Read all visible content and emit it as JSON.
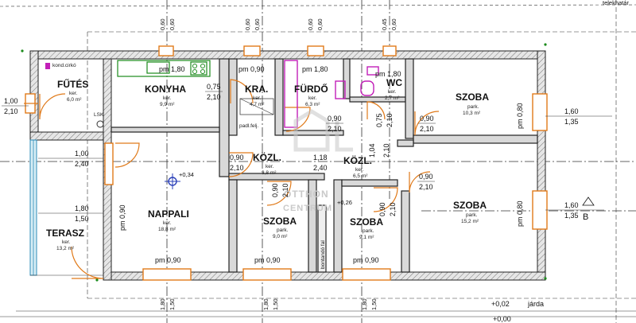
{
  "title_corner": "telekhatár",
  "rooms": {
    "futes": {
      "name": "FŰTÉS",
      "floor": "ker.",
      "area": "6,0 m²"
    },
    "konyha": {
      "name": "KONYHA",
      "floor": "ker.",
      "area": "9,9 m²"
    },
    "kra": {
      "name": "KRA.",
      "floor": "ker.",
      "area": "4,7 m²"
    },
    "furdo": {
      "name": "FÜRDŐ",
      "floor": "ker.",
      "area": "6,3 m²"
    },
    "wc": {
      "name": "WC",
      "floor": "ker.",
      "area": "2,7 m²"
    },
    "szoba1": {
      "name": "SZOBA",
      "floor": "park.",
      "area": "10,3 m²"
    },
    "kozl1": {
      "name": "KÖZL.",
      "floor": "ker.",
      "area": "3,8 m²"
    },
    "kozl2": {
      "name": "KÖZL.",
      "floor": "ker.",
      "area": "6,5 m²"
    },
    "nappali": {
      "name": "NAPPALI",
      "floor": "ker.",
      "area": "18,8 m²"
    },
    "szoba2": {
      "name": "SZOBA",
      "floor": "park.",
      "area": "9,0 m²"
    },
    "szoba3": {
      "name": "SZOBA",
      "floor": "park.",
      "area": "9,1 m²"
    },
    "szoba4": {
      "name": "SZOBA",
      "floor": "park.",
      "area": "15,2 m²"
    },
    "terasz": {
      "name": "TERASZ",
      "floor": "ker.",
      "area": "13,2 m²"
    }
  },
  "labels": {
    "kond": "kond.cirkó",
    "lsk": "LSK",
    "padlas": "padl.felj.",
    "bontando": "bontandó fal",
    "elev_034": "+0,34",
    "elev_026": "+0,26",
    "elev_002": "+0,02",
    "elev_000": "+0,00",
    "jarda": "járda",
    "section_b": "B",
    "watermark_1": "OTTHON",
    "watermark_2": "CENTRUM"
  },
  "top_dims": [
    "0,60",
    "0,60",
    "0,60",
    "0,60",
    "0,60",
    "0,60",
    "0,45",
    "0,60"
  ],
  "bottom_dims": [
    "1,80",
    "1,50",
    "1,80",
    "1,50",
    "1,80",
    "1,50"
  ],
  "pm": {
    "konyha": "pm 1,80",
    "kra": "pm 0,90",
    "furdo": "pm 1,80",
    "wc": "pm 1,80",
    "szoba1": "pm 0,80",
    "nappali_side": "pm 0,90",
    "szoba4": "pm 0,80",
    "nappali_bottom": "pm 0,90",
    "szoba2": "pm 0,90",
    "szoba3": "pm 0,90"
  },
  "door_dims": {
    "kra_w": "0,75",
    "kra_h": "2,10",
    "furdo_w": "0,90",
    "furdo_h": "2,10",
    "wc_w": "0,75",
    "wc_h": "2,10",
    "szoba1_w": "0,90",
    "szoba1_h": "2,10",
    "futes_w": "1,00",
    "futes_h": "2,10",
    "nappali_w": "1,00",
    "nappali_h": "2,40",
    "kozl_w": "0,90",
    "kozl_h": "2,10",
    "kozl2_w": "1,18",
    "kozl2_h": "2,40",
    "kozl3_w": "1,04",
    "kozl3_h": "2,10",
    "szoba4_w": "0,90",
    "szoba4_h": "2,10",
    "terasz_w": "1,80",
    "terasz_h": "1,50",
    "szoba2_w": "0,90",
    "szoba2_h": "2,10",
    "szoba3_w": "0,90",
    "szoba3_h": "2,10",
    "right1_w": "1,60",
    "right1_h": "1,35",
    "right2_w": "1,60",
    "right2_h": "1,35"
  },
  "colors": {
    "window": "#e07a1a",
    "kitchen": "#1a8a1a",
    "bathroom": "#c21fb8",
    "wall": "#d9d9d9"
  }
}
